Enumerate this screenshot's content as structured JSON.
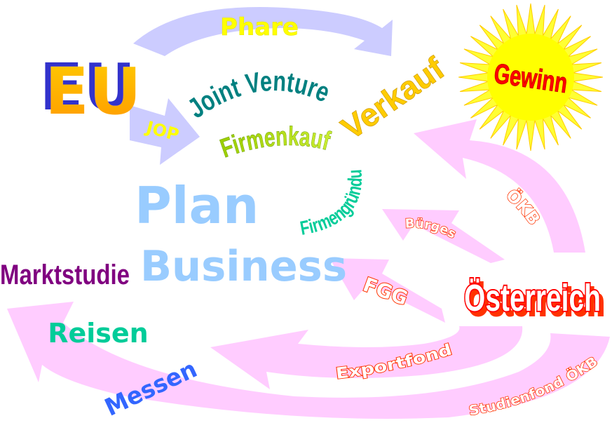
{
  "labels": {
    "phare": "Phare",
    "eu": "EU",
    "jop": "JOP",
    "gewinn": "Gewinn",
    "joint_venture": "Joint Venture",
    "verkauf": "Verkauf",
    "firmenkauf": "Firmenkauf",
    "firmengruendung": "Firmengründung",
    "plan": "Plan",
    "business": "Business",
    "marktstudie": "Marktstudie",
    "reisen": "Reisen",
    "messen": "Messen",
    "oekb": "ÖKB",
    "buerges": "Bürges",
    "fgg": "FGG",
    "oesterreich": "Österreich",
    "exportfond": "Exportfond",
    "studienfond": "Studienfond ÖKB"
  },
  "colors": {
    "lavender_arrow": "#ccccff",
    "pink_arrow": "#ffccff",
    "red": "#ff3300",
    "yellow": "#ffff00",
    "teal": "#008080",
    "green": "#00cc99",
    "blue": "#3366ff",
    "purple": "#800080"
  }
}
